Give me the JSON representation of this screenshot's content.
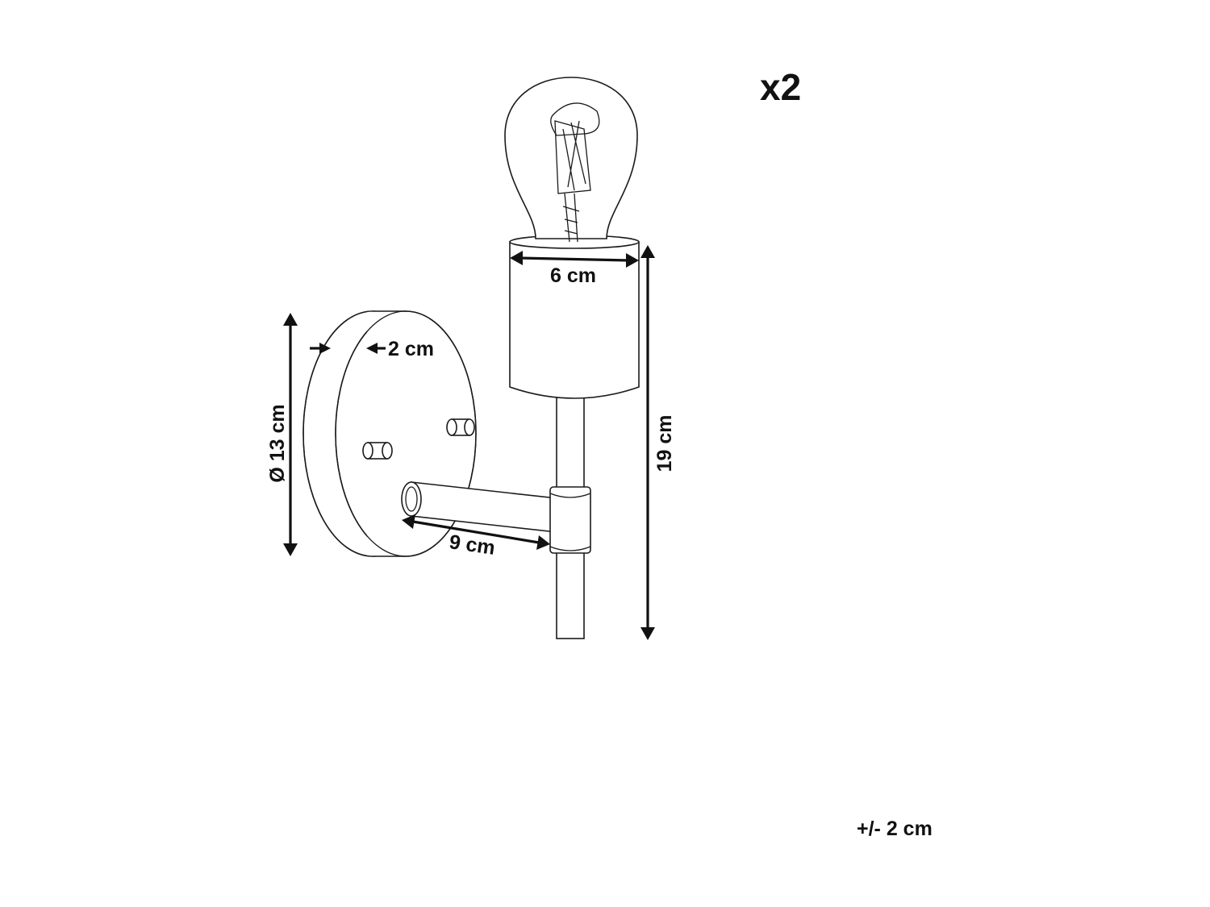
{
  "quantity": "x2",
  "dimensions": {
    "socket_width": "6 cm",
    "height": "19 cm",
    "plate_diameter": "Ø 13 cm",
    "plate_depth": "2 cm",
    "arm_length": "9 cm"
  },
  "tolerance": "+/- 2 cm",
  "colors": {
    "line": "#1a1a1a",
    "background": "#ffffff"
  }
}
